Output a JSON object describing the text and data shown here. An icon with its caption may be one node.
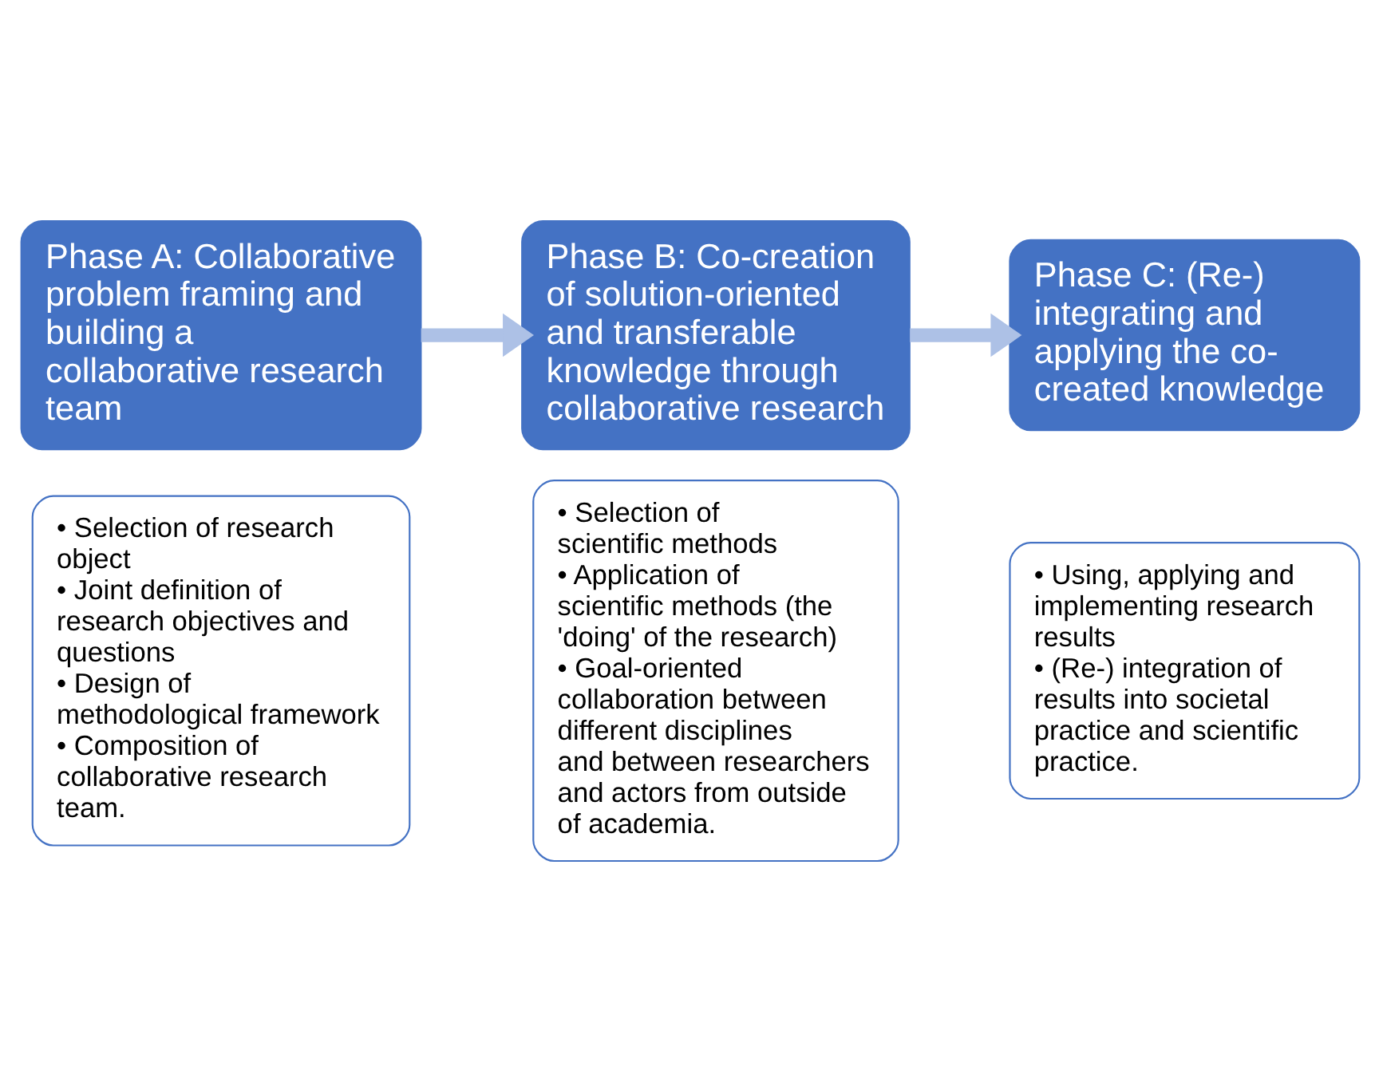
{
  "diagram": {
    "nodes": [
      {
        "text": [
          "Phase A: Collaborative problem framing and building a collaborative research team"
        ]
      },
      {
        "text": [
          "• Selection of research object",
          "• Joint definition of research objectives and questions",
          "• Design of methodological framework",
          "• Composition of collaborative research team."
        ]
      },
      {
        "text": [
          "Phase B: Co-creation of solution-oriented and transferable knowledge through collaborative research"
        ]
      },
      {
        "text": [
          "• Selection of scientific methods",
          "• Application of scientific methods (the 'doing' of the research)",
          "• Goal-oriented collaboration between different disciplines and between researchers and actors from outside of academia."
        ]
      },
      {
        "text": [
          "Phase C: (Re-) integrating and applying the co-created knowledge"
        ]
      },
      {
        "text": [
          "• Using, applying and implementing research results",
          "• (Re-) integration of results into societal practice and scientific practice."
        ]
      }
    ],
    "edges": [
      {
        "from": 0,
        "to": 2,
        "arrow": "to"
      },
      {
        "from": 2,
        "to": 4,
        "arrow": "to"
      }
    ]
  }
}
